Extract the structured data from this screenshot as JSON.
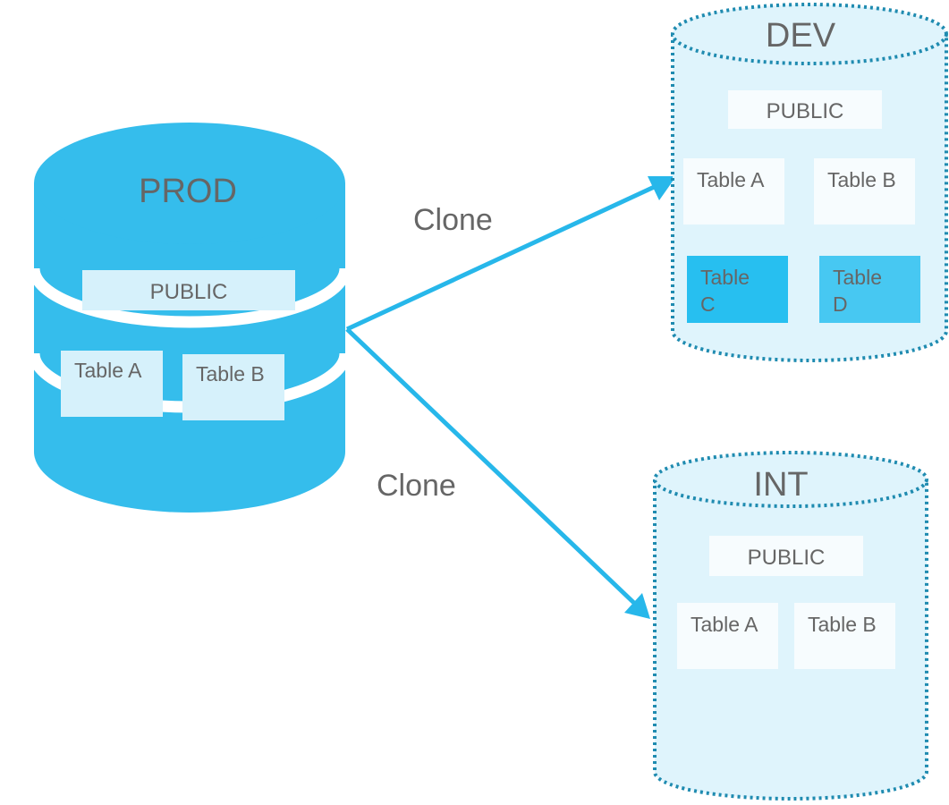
{
  "colors": {
    "prod_fill": "#35bdec",
    "clone_fill": "#dff4fc",
    "clone_border": "#1f8bb0",
    "arrow": "#27b7ea",
    "box_light": "#d6f1fb",
    "box_white": "#f7fcfe",
    "table_c": "#27bff0",
    "table_d": "#47c8f2",
    "text": "#666666"
  },
  "prod": {
    "title": "PROD",
    "schema": "PUBLIC",
    "tables": [
      "Table A",
      "Table B"
    ]
  },
  "dev": {
    "title": "DEV",
    "schema": "PUBLIC",
    "tables": [
      "Table A",
      "Table B"
    ],
    "new_tables": [
      {
        "line1": "Table",
        "line2": "C"
      },
      {
        "line1": "Table",
        "line2": "D"
      }
    ]
  },
  "int": {
    "title": "INT",
    "schema": "PUBLIC",
    "tables": [
      "Table A",
      "Table B"
    ]
  },
  "arrows": [
    {
      "label": "Clone",
      "target": "DEV"
    },
    {
      "label": "Clone",
      "target": "INT"
    }
  ]
}
